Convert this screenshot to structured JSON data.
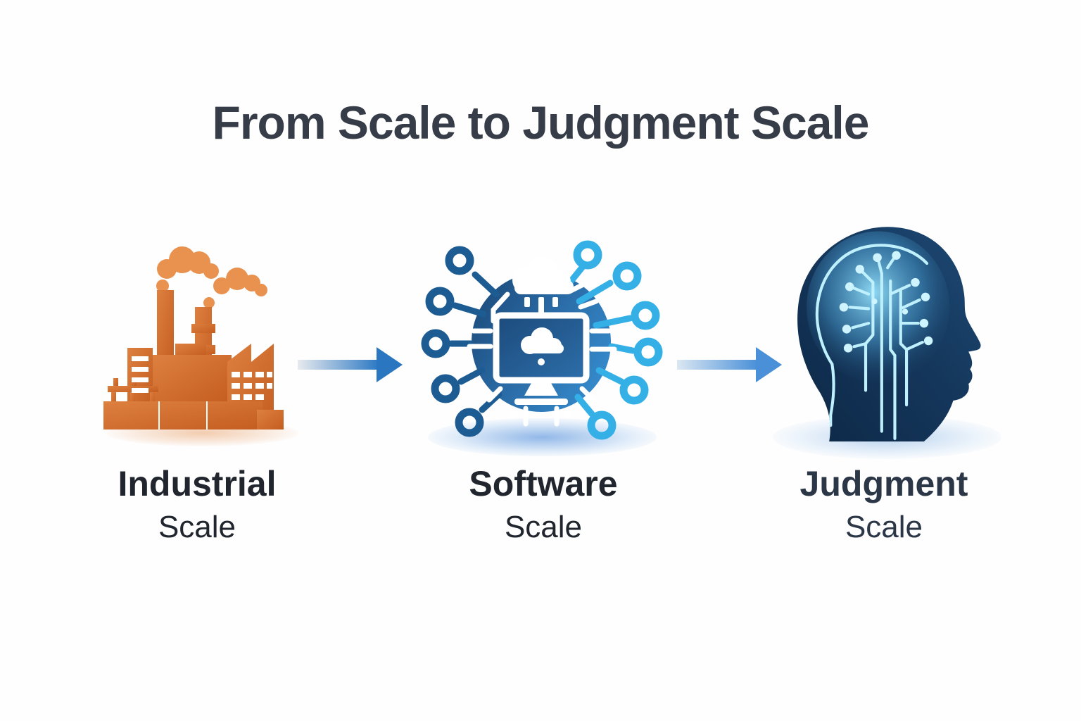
{
  "title": "From Scale to Judgment Scale",
  "stages": [
    {
      "line1": "Industrial",
      "line2": "Scale",
      "icon": "factory-with-smokestacks"
    },
    {
      "line1": "Software",
      "line2": "Scale",
      "icon": "networked-computer-cloud"
    },
    {
      "line1": "Judgment",
      "line2": "Scale",
      "icon": "human-head-circuit-brain"
    }
  ],
  "colors": {
    "title_text": "#363d48",
    "label_text": "#20252e",
    "judgment_label_text": "#2b3647",
    "factory_orange": "#cd6628",
    "factory_orange_light": "#e0853f",
    "smoke_orange": "#e9914f",
    "software_blue_dark": "#1a4674",
    "software_blue_mid": "#2d7ab8",
    "software_blue_light": "#3ec1f0",
    "ring_left_blue": "#1d5c93",
    "ring_right_blue": "#35b0e6",
    "head_navy_dark": "#0d2846",
    "head_navy_light": "#1d4a75",
    "circuit_cyan": "#bff0fd",
    "arrow_blue_1": "#2a76c0",
    "arrow_blue_2": "#4a90d8"
  }
}
